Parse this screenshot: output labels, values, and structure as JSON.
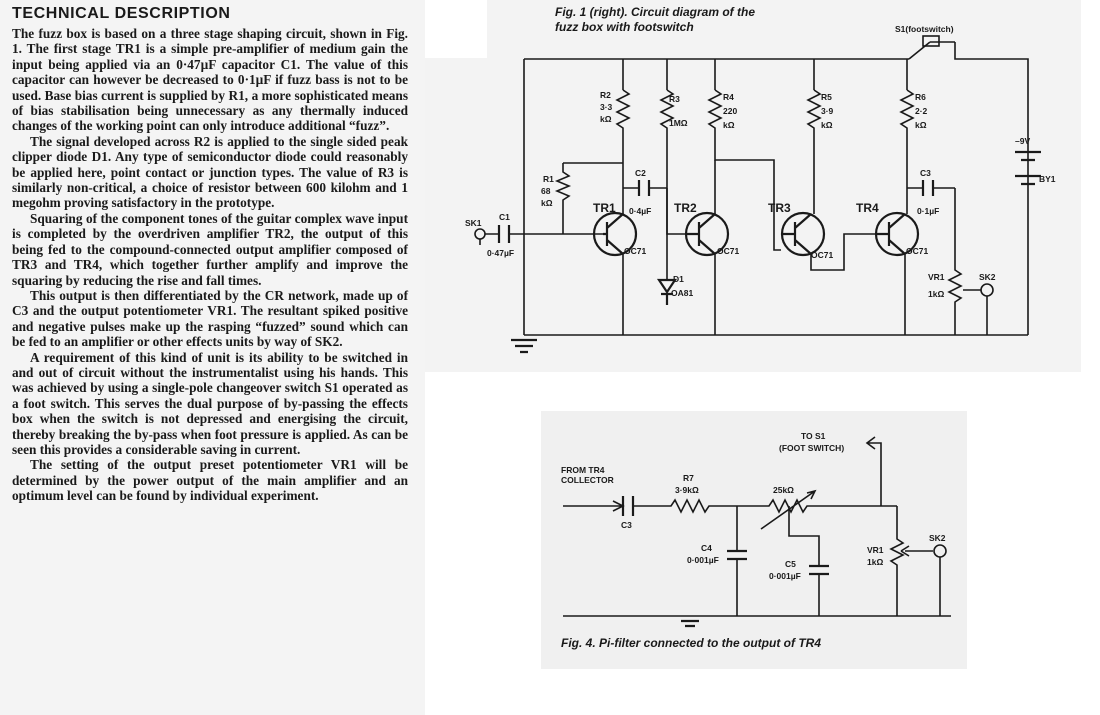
{
  "article": {
    "heading": "TECHNICAL DESCRIPTION",
    "paragraphs": [
      "The fuzz box is based on a three stage shaping circuit, shown in Fig. 1. The first stage TR1 is a simple pre-amplifier of medium gain the input being applied via an 0·47µF capacitor C1. The value of this capacitor can however be decreased to 0·1µF if fuzz bass is not to be used. Base bias current is supplied by R1, a more sophisticated means of bias stabilisation being unnecessary as any thermally induced changes of the working point can only introduce additional “fuzz”.",
      "The signal developed across R2 is applied to the single sided peak clipper diode D1. Any type of semiconductor diode could reasonably be applied here, point contact or junction types. The value of R3 is similarly non-critical, a choice of resistor between 600 kilohm and 1 megohm proving satisfactory in the prototype.",
      "Squaring of the component tones of the guitar complex wave input is completed by the overdriven amplifier TR2, the output of this being fed to the compound-connected output amplifier composed of TR3 and TR4, which together further amplify and improve the squaring by reducing the rise and fall times.",
      "This output is then differentiated by the CR network, made up of C3 and the output potentiometer VR1. The resultant spiked positive and negative pulses make up the rasping “fuzzed” sound which can be fed to an amplifier or other effects units by way of SK2.",
      "A requirement of this kind of unit is its ability to be switched in and out of circuit without the instrumentalist using his hands. This was achieved by using a single-pole changeover switch S1 operated as a foot switch. This serves the dual purpose of by-passing the effects box when the switch is not depressed and energising the circuit, thereby breaking the by-pass when foot pressure is applied. As can be seen this provides a considerable saving in current.",
      "The setting of the output preset potentiometer VR1 will be determined by the power output of the main amplifier and an optimum level can be found by individual experiment."
    ]
  },
  "figure1": {
    "caption_line1": "Fig. 1 (right). Circuit diagram of the",
    "caption_line2": "fuzz box with footswitch",
    "s1": "S1(footswitch)",
    "sk1": "SK1",
    "c1": "C1",
    "c1_value": "0·47µF",
    "r1": "R1",
    "r1_value_a": "68",
    "r1_value_b": "kΩ",
    "r2": "R2",
    "r2_value_a": "3·3",
    "r2_value_b": "kΩ",
    "r3": "R3",
    "r3_value": "1MΩ",
    "r4": "R4",
    "r4_value_a": "220",
    "r4_value_b": "kΩ",
    "r5": "R5",
    "r5_value_a": "3·9",
    "r5_value_b": "kΩ",
    "r6": "R6",
    "r6_value_a": "2·2",
    "r6_value_b": "kΩ",
    "c2": "C2",
    "c2_value": "0·4µF",
    "c3": "C3",
    "c3_value": "0·1µF",
    "tr1": "TR1",
    "tr2": "TR2",
    "tr3": "TR3",
    "tr4": "TR4",
    "oc71": "OC71",
    "d1": "D1",
    "d1_value": "OA81",
    "vr1": "VR1",
    "vr1_value": "1kΩ",
    "sk2": "SK2",
    "battery_voltage": "–9V",
    "battery": "BY1"
  },
  "figure4": {
    "to_s1": "TO S1",
    "foot_switch": "(FOOT SWITCH)",
    "from_tr4_a": "FROM TR4",
    "from_tr4_b": "COLLECTOR",
    "c3": "C3",
    "r7": "R7",
    "r7_value": "3·9kΩ",
    "pot_value": "25kΩ",
    "c4": "C4",
    "c4_value": "0·001µF",
    "c5": "C5",
    "c5_value": "0·001µF",
    "vr1": "VR1",
    "vr1_value": "1kΩ",
    "sk2": "SK2",
    "caption": "Fig. 4.  Pi-filter connected to the output of TR4"
  }
}
